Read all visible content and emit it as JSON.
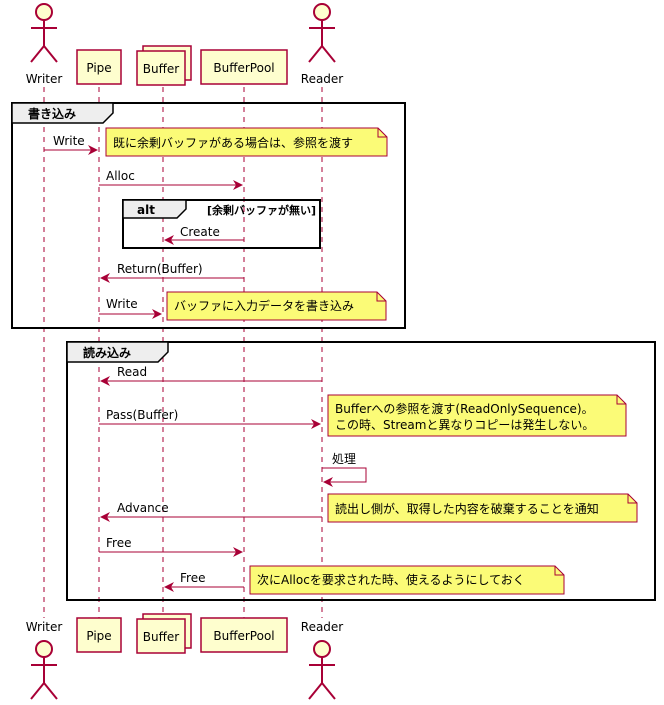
{
  "participants": [
    {
      "id": "writer",
      "label": "Writer",
      "kind": "actor"
    },
    {
      "id": "pipe",
      "label": "Pipe",
      "kind": "participant"
    },
    {
      "id": "buffer",
      "label": "Buffer",
      "kind": "collections"
    },
    {
      "id": "bufferpool",
      "label": "BufferPool",
      "kind": "participant"
    },
    {
      "id": "reader",
      "label": "Reader",
      "kind": "actor"
    }
  ],
  "groups": [
    {
      "id": "write-group",
      "label": "書き込み"
    },
    {
      "id": "read-group",
      "label": "読み込み"
    }
  ],
  "alt": {
    "label": "alt",
    "condition": "[余剰バッファが無い]"
  },
  "messages": [
    {
      "id": "m1",
      "from": "writer",
      "to": "pipe",
      "label": "Write"
    },
    {
      "id": "m2",
      "from": "pipe",
      "to": "bufferpool",
      "label": "Alloc"
    },
    {
      "id": "m3",
      "from": "bufferpool",
      "to": "buffer",
      "label": "Create"
    },
    {
      "id": "m4",
      "from": "bufferpool",
      "to": "pipe",
      "label": "Return(Buffer)"
    },
    {
      "id": "m5",
      "from": "pipe",
      "to": "buffer",
      "label": "Write"
    },
    {
      "id": "m6",
      "from": "reader",
      "to": "pipe",
      "label": "Read"
    },
    {
      "id": "m7",
      "from": "pipe",
      "to": "reader",
      "label": "Pass(Buffer)"
    },
    {
      "id": "m8",
      "from": "reader",
      "to": "reader",
      "label": "処理"
    },
    {
      "id": "m9",
      "from": "reader",
      "to": "pipe",
      "label": "Advance"
    },
    {
      "id": "m10",
      "from": "pipe",
      "to": "bufferpool",
      "label": "Free"
    },
    {
      "id": "m11",
      "from": "bufferpool",
      "to": "buffer",
      "label": "Free"
    }
  ],
  "notes": [
    {
      "id": "n1",
      "lines": [
        "既に余剰バッファがある場合は、参照を渡す"
      ]
    },
    {
      "id": "n2",
      "lines": [
        "バッファに入力データを書き込み"
      ]
    },
    {
      "id": "n3",
      "lines": [
        "Bufferへの参照を渡す(ReadOnlySequence)。",
        "この時、Streamと異なりコピーは発生しない。"
      ]
    },
    {
      "id": "n4",
      "lines": [
        "読出し側が、取得した内容を破棄することを通知"
      ]
    },
    {
      "id": "n5",
      "lines": [
        "次にAllocを要求された時、使えるようにしておく"
      ]
    }
  ],
  "colors": {
    "arrow": "#A80036",
    "box_fill": "#FEFECE",
    "box_border": "#A80036",
    "note_fill": "#FBFB77",
    "note_border": "#A80036",
    "frame": "#000000"
  }
}
